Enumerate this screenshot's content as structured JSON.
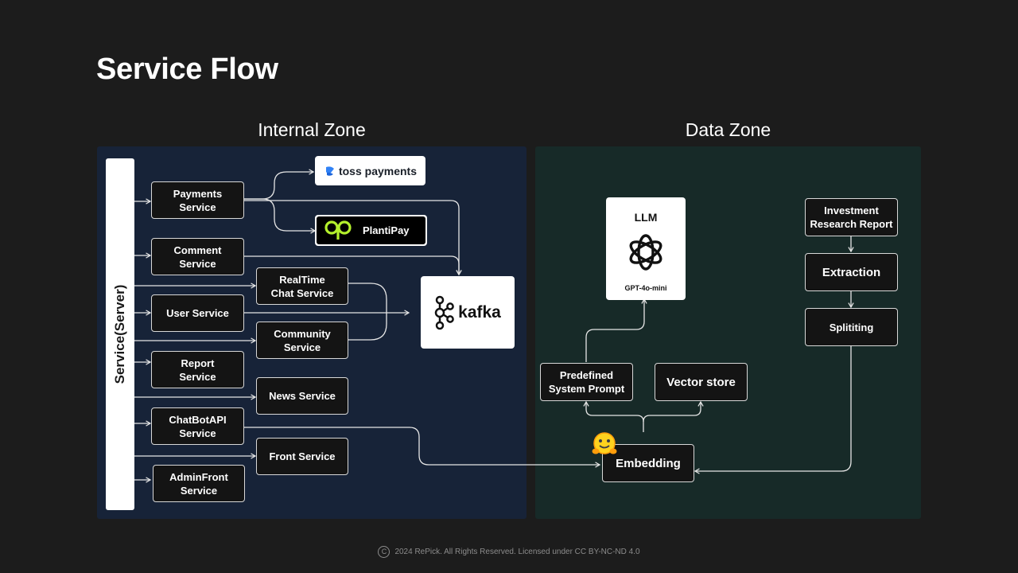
{
  "page": {
    "title": "Service Flow"
  },
  "zones": {
    "internal": "Internal Zone",
    "data": "Data Zone"
  },
  "server": {
    "label": "Service(Server)"
  },
  "services": {
    "payments": "Payments\nService",
    "comment": "Comment\nService",
    "user": "User Service",
    "report": "Report\nService",
    "chatbot": "ChatBotAPI\nService",
    "adminfront": "AdminFront\nService",
    "realtime": "RealTime\nChat Service",
    "community": "Community\nService",
    "news": "News Service",
    "front": "Front Service"
  },
  "providers": {
    "toss": "toss payments",
    "planti": "PlantiPay",
    "kafka": "kafka"
  },
  "data_zone": {
    "llm_title": "LLM",
    "llm_model": "GPT-4o-mini",
    "investment": "Investment\nResearch Report",
    "extraction": "Extraction",
    "splitting": "Splititing",
    "predefined": "Predefined\nSystem Prompt",
    "vector_store": "Vector store",
    "embedding": "Embedding"
  },
  "footer": {
    "copyright_symbol": "C",
    "text": "2024 RePick. All Rights Reserved. Licensed under CC BY-NC-ND 4.0"
  },
  "colors": {
    "background": "#1c1c1c",
    "internal_zone": "#172338",
    "data_zone": "#172a28",
    "plantipay_green": "#b4f02c",
    "toss_blue": "#3182f6"
  }
}
